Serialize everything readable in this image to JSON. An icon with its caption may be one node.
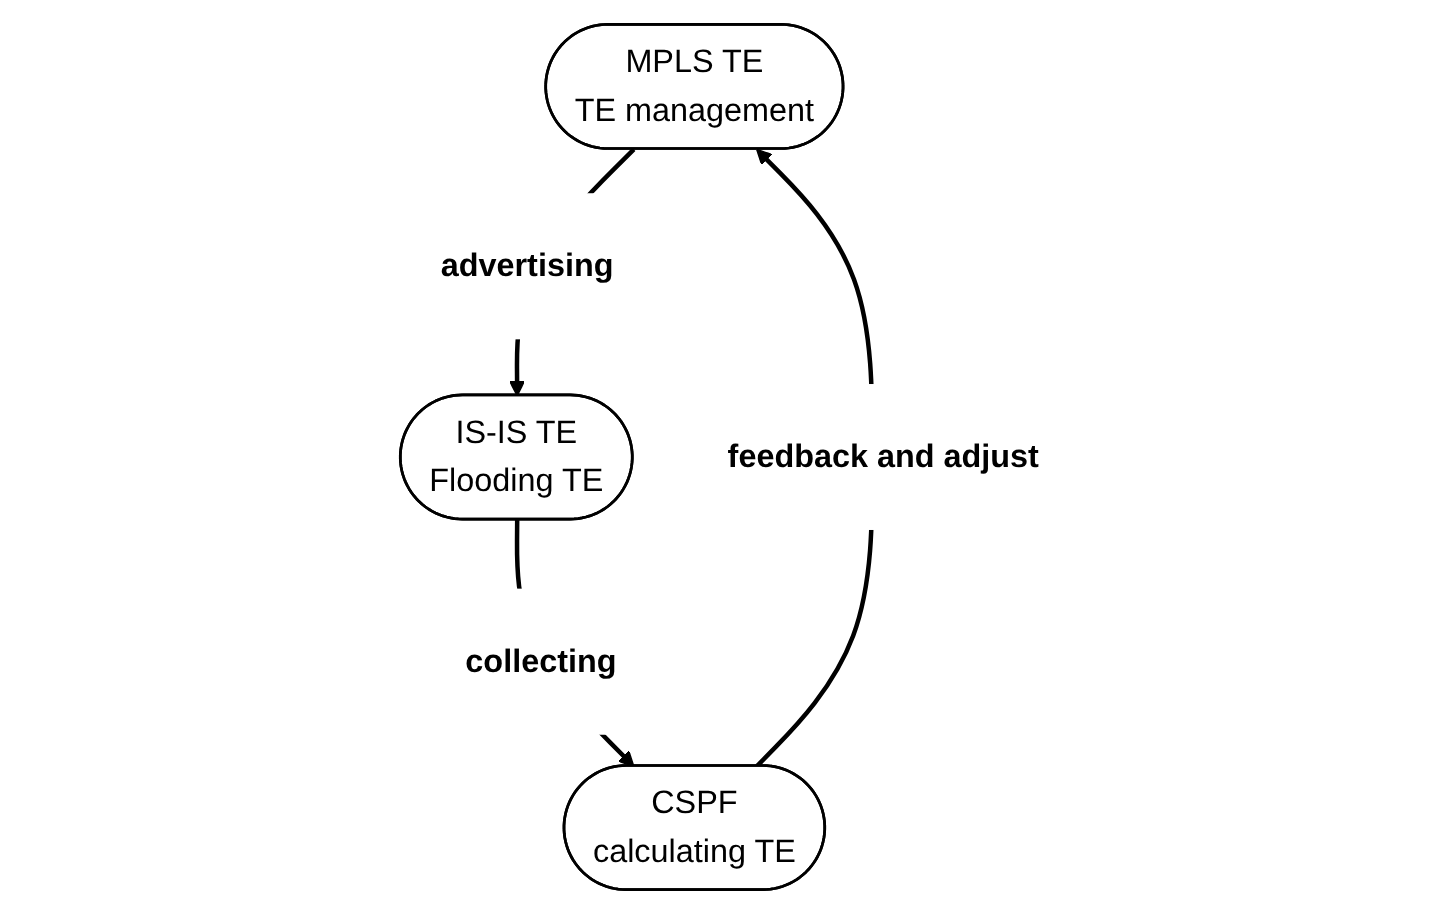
{
  "diagram": {
    "nodes": [
      {
        "text": [
          "MPLS TE",
          "TE management"
        ]
      },
      {
        "text": [
          "IS-IS TE",
          "Flooding TE"
        ]
      },
      {
        "text": [
          "CSPF",
          "calculating TE"
        ]
      }
    ],
    "edges": [
      {
        "from": 0,
        "to": 1,
        "arrow": "to",
        "label": "advertising"
      },
      {
        "from": 1,
        "to": 2,
        "arrow": "to",
        "label": "collecting"
      },
      {
        "from": 2,
        "to": 0,
        "arrow": "to",
        "label": "feedback and adjust"
      }
    ]
  }
}
